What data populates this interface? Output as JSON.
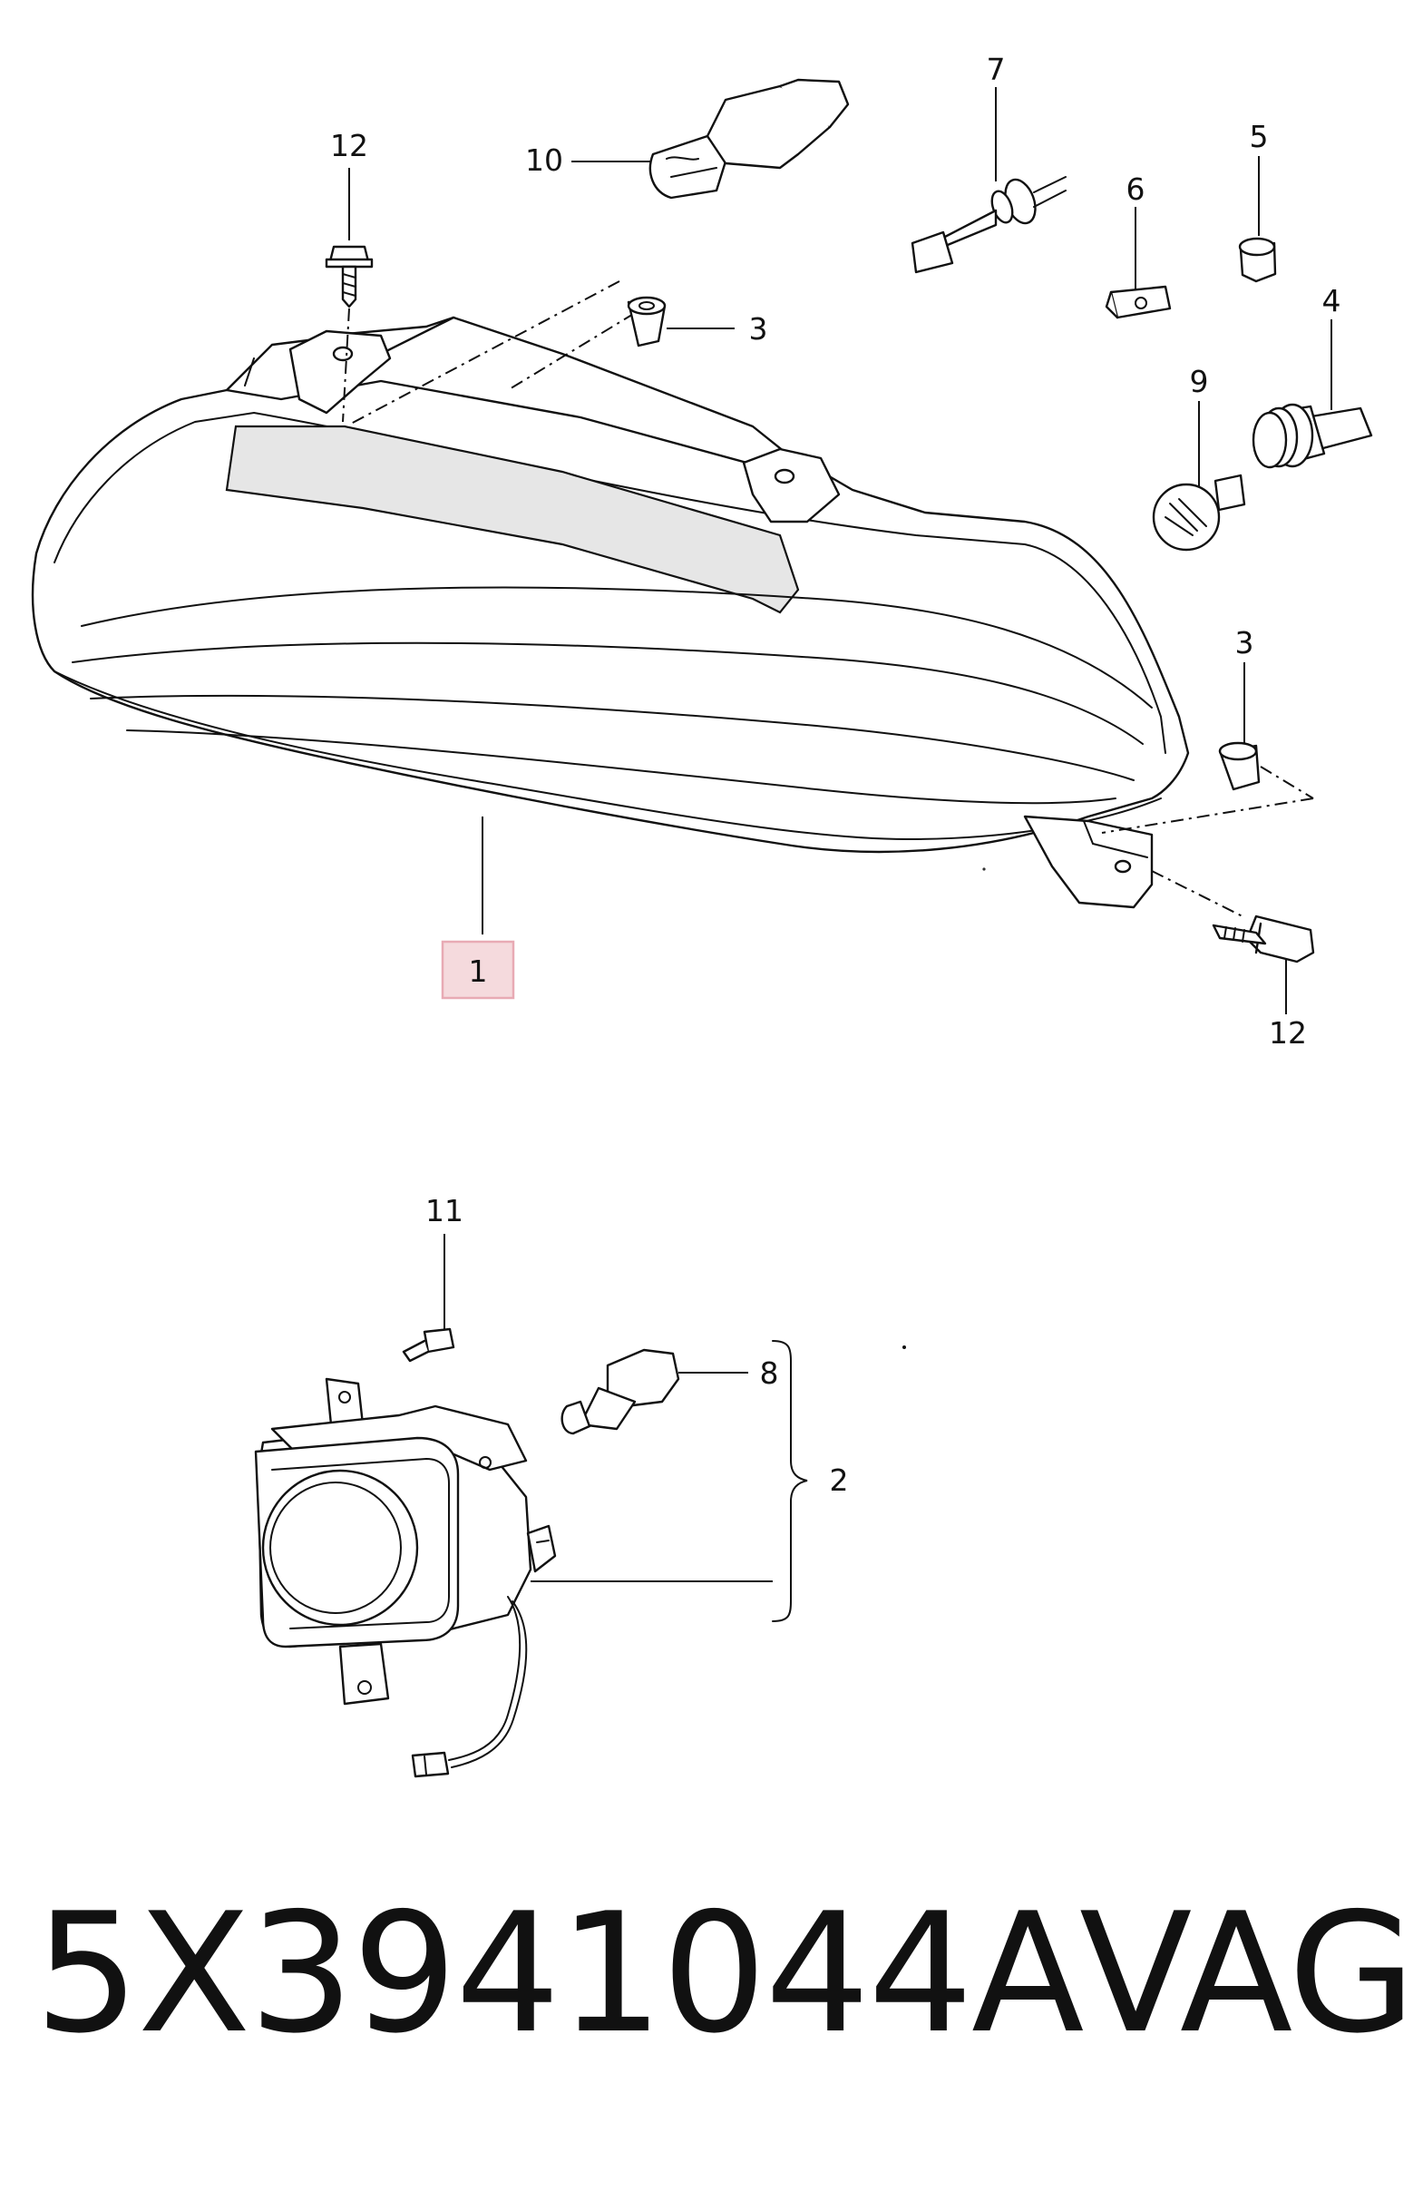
{
  "callouts": {
    "c1": "1",
    "c2": "2",
    "c3a": "3",
    "c3b": "3",
    "c4": "4",
    "c5": "5",
    "c6": "6",
    "c7": "7",
    "c8": "8",
    "c9": "9",
    "c10": "10",
    "c11": "11",
    "c12a": "12",
    "c12b": "12"
  },
  "highlight_color": "#e8aab4",
  "footer": {
    "part_number": "5X3941044A",
    "brand": "VAG"
  }
}
